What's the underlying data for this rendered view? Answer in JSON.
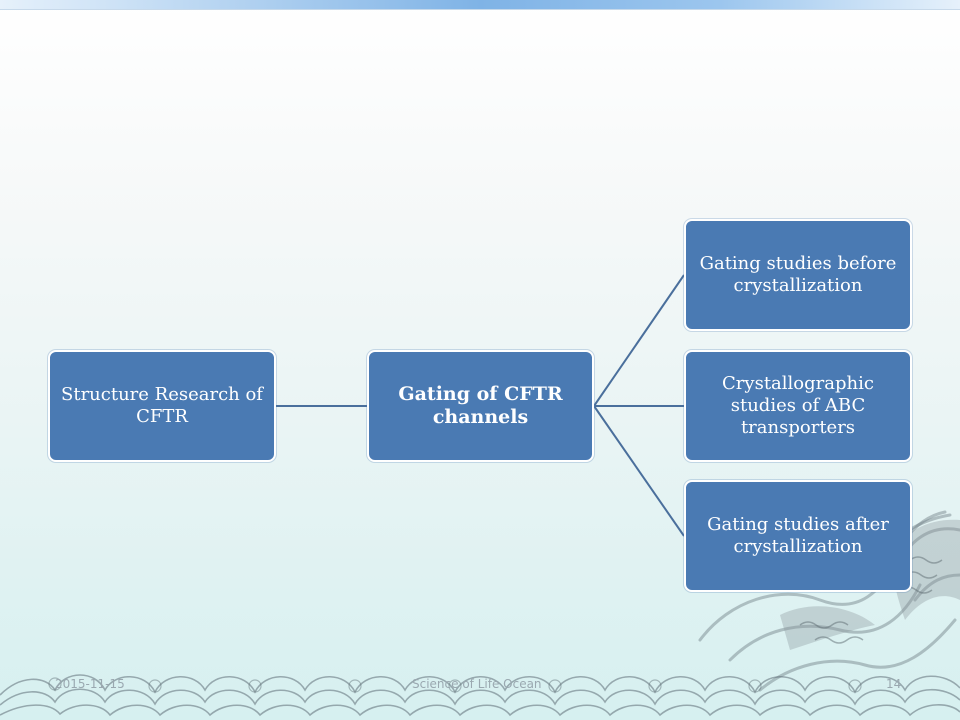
{
  "diagram": {
    "root": "Structure Research of CFTR",
    "middle": "Gating of CFTR channels",
    "children": [
      "Gating studies before crystallization",
      "Crystallographic studies of ABC transporters",
      "Gating studies after crystallization"
    ]
  },
  "footer": {
    "date": "2015-11-15",
    "center": "Science of Life Ocean",
    "page": "14"
  },
  "colors": {
    "node_fill": "#4a7ab3",
    "connector": "#4a6f9c",
    "node_text": "#ffffff"
  },
  "decorations": [
    "dragon-ornament",
    "wave-border"
  ]
}
